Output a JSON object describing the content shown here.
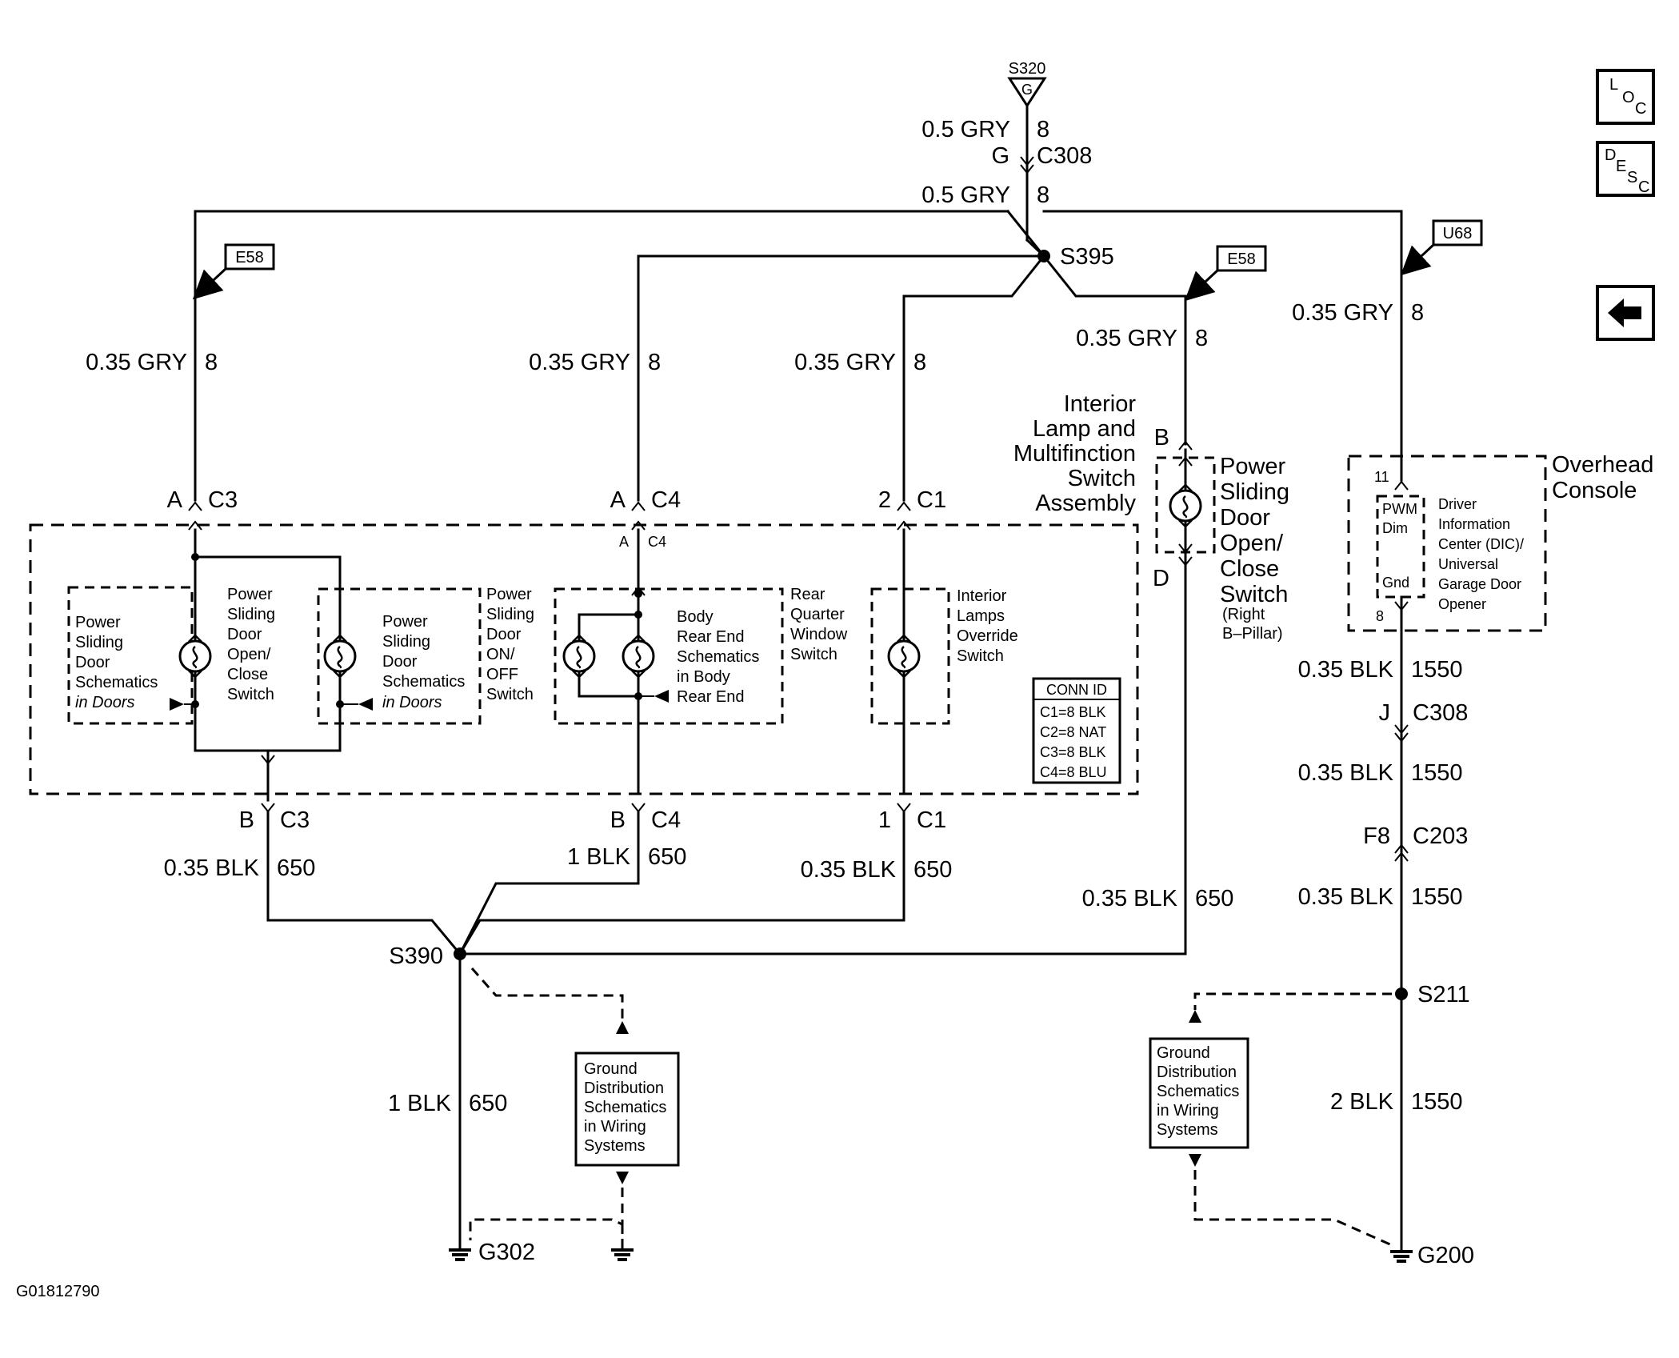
{
  "diagram_id": "G01812790",
  "nav": {
    "loc": [
      "L",
      "O",
      "C"
    ],
    "desc": [
      "D",
      "E",
      "S",
      "C"
    ]
  },
  "refs": {
    "s320": "S320",
    "s320_tag": "G",
    "e58": "E58",
    "u68": "U68"
  },
  "top_feed": {
    "wire1_gauge": "0.5 GRY",
    "wire1_circuit": "8",
    "conn_pin": "G",
    "conn": "C308",
    "wire2_gauge": "0.5 GRY",
    "wire2_circuit": "8",
    "splice": "S395"
  },
  "branches": {
    "b1_gauge": "0.35 GRY",
    "b1_circuit": "8",
    "b1_pin": "A",
    "b1_conn": "C3",
    "b2_gauge": "0.35 GRY",
    "b2_circuit": "8",
    "b2_pin": "A",
    "b2_conn": "C4",
    "b2_inner_pin": "A",
    "b2_inner_conn": "C4",
    "b3_gauge": "0.35 GRY",
    "b3_circuit": "8",
    "b3_pin": "2",
    "b3_conn": "C1",
    "b4_gauge": "0.35 GRY",
    "b4_circuit": "8",
    "b4_pin_top": "B",
    "b4_pin_bottom": "D",
    "b5_gauge": "0.35 GRY",
    "b5_circuit": "8"
  },
  "assembly": {
    "title": [
      "Interior",
      "Lamp and",
      "Multifinction",
      "Switch",
      "Assembly"
    ],
    "psd_schematics": [
      "Power",
      "Sliding",
      "Door",
      "Schematics",
      "in Doors"
    ],
    "psd_open_close_switch": [
      "Power",
      "Sliding",
      "Door",
      "Open/",
      "Close",
      "Switch"
    ],
    "psd_schematics2": [
      "Power",
      "Sliding",
      "Door",
      "Schematics",
      "in Doors"
    ],
    "psd_on_off_switch": [
      "Power",
      "Sliding",
      "Door",
      "ON/",
      "OFF",
      "Switch"
    ],
    "body_rear_end": [
      "Body",
      "Rear End",
      "Schematics",
      "in Body",
      "Rear End"
    ],
    "rear_quarter_switch": [
      "Rear",
      "Quarter",
      "Window",
      "Switch"
    ],
    "override_switch": [
      "Interior",
      "Lamps",
      "Override",
      "Switch"
    ],
    "conn_id": {
      "title": "CONN ID",
      "rows": [
        "C1=8 BLK",
        "C2=8 NAT",
        "C3=8 BLK",
        "C4=8 BLU"
      ]
    }
  },
  "right_pillar_switch": {
    "label": [
      "Power",
      "Sliding",
      "Door",
      "Open/",
      "Close",
      "Switch"
    ],
    "note": [
      "(Right",
      "B–Pillar)"
    ]
  },
  "overhead_console": {
    "title": [
      "Overhead",
      "Console"
    ],
    "pin_top": "11",
    "pin_bottom": "8",
    "pwm": "PWM",
    "dim": "Dim",
    "gnd": "Gnd",
    "module": [
      "Driver",
      "Information",
      "Center (DIC)/",
      "Universal",
      "Garage Door",
      "Opener"
    ]
  },
  "ground_side": {
    "c3_pin": "B",
    "c3_conn": "C3",
    "c4_pin": "B",
    "c4_conn": "C4",
    "c1_pin": "1",
    "c1_conn": "C1",
    "w1_gauge": "0.35 BLK",
    "w1_circuit": "650",
    "w2_gauge": "1 BLK",
    "w2_circuit": "650",
    "w3_gauge": "0.35 BLK",
    "w3_circuit": "650",
    "w4_gauge": "0.35 BLK",
    "w4_circuit": "650",
    "splice": "S390",
    "w5_gauge": "1 BLK",
    "w5_circuit": "650",
    "ground": "G302"
  },
  "console_ground": {
    "w1_gauge": "0.35 BLK",
    "w1_circuit": "1550",
    "c308_pin": "J",
    "c308": "C308",
    "w2_gauge": "0.35 BLK",
    "w2_circuit": "1550",
    "c203_pin": "F8",
    "c203": "C203",
    "w3_gauge": "0.35 BLK",
    "w3_circuit": "1550",
    "splice": "S211",
    "w4_gauge": "2 BLK",
    "w4_circuit": "1550",
    "ground": "G200"
  },
  "ground_dist": [
    "Ground",
    "Distribution",
    "Schematics",
    "in Wiring",
    "Systems"
  ],
  "ground_dist2": [
    "Ground",
    "Distribution",
    "Schematics",
    "in Wiring",
    "Systems"
  ]
}
